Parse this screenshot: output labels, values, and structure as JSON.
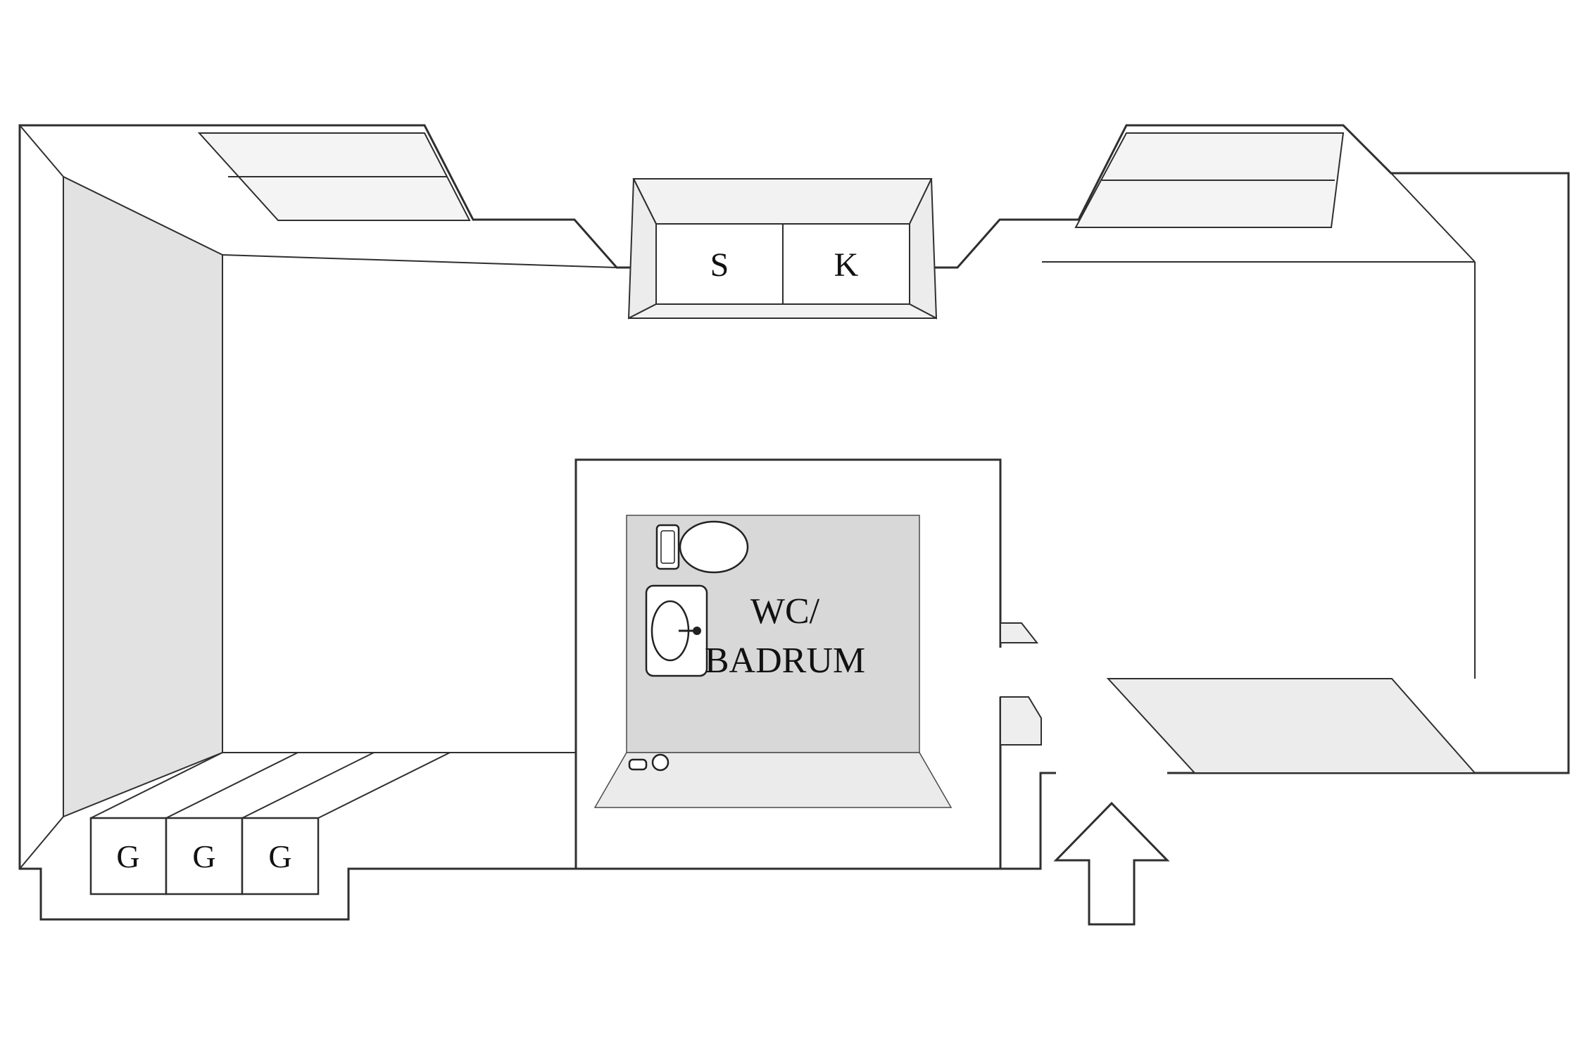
{
  "figure": {
    "type": "apartment-floor-plan"
  },
  "labels": {
    "cabinet_s": "S",
    "cabinet_k": "K",
    "bathroom_line1": "WC/",
    "bathroom_line2": "BADRUM",
    "wardrobes": [
      "G",
      "G",
      "G"
    ]
  },
  "icons": {
    "toilet": "toilet-icon",
    "sink": "sink-icon",
    "shower": "shower-icon",
    "entrance_arrow": "entrance-arrow-icon"
  },
  "palette": {
    "outline": "#2f2f2f",
    "left_wall": "#e2e2e2",
    "shelf": "#f4f4f4",
    "cabinet_side": "#ececec",
    "bathroom_floor": "#d8d8d8",
    "bathroom_wall_face": "#ebebeb",
    "floor_panel": "#ececec",
    "background": "#ffffff",
    "text": "#111111"
  }
}
